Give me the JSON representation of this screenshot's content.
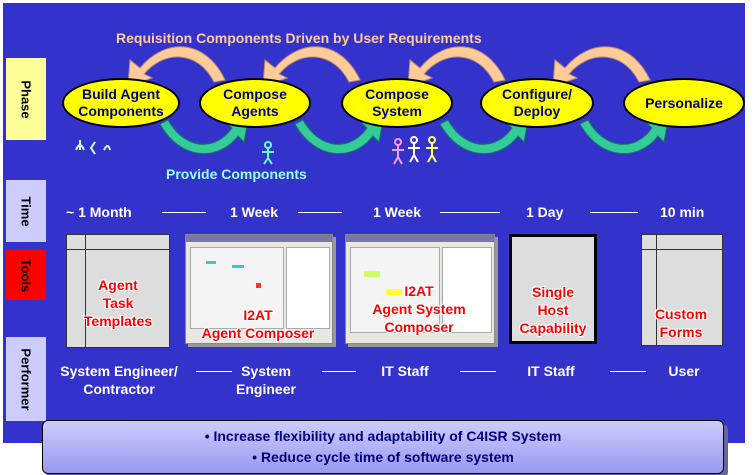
{
  "rows": {
    "phase": "Phase",
    "time": "Time",
    "tools": "Tools",
    "performer": "Performer"
  },
  "top_label": "Requisition Components Driven by User Requirements",
  "bottom_label": "Provide Components",
  "phases": [
    {
      "label": "Build Agent Components"
    },
    {
      "label": "Compose Agents"
    },
    {
      "label": "Compose System"
    },
    {
      "label": "Configure/ Deploy"
    },
    {
      "label": "Personalize"
    }
  ],
  "times": [
    "~ 1 Month",
    "1 Week",
    "1 Week",
    "1 Day",
    "10 min"
  ],
  "tools": [
    {
      "label_lines": [
        "Agent",
        "Task",
        "Templates"
      ]
    },
    {
      "label_lines": [
        "I2AT",
        "Agent Composer"
      ]
    },
    {
      "label_lines": [
        "I2AT",
        "Agent System",
        "Composer"
      ]
    },
    {
      "label_lines": [
        "Single",
        "Host",
        "Capability"
      ]
    },
    {
      "label_lines": [
        "Custom",
        "Forms"
      ]
    }
  ],
  "performers": [
    {
      "lines": [
        "System Engineer/",
        "Contractor"
      ]
    },
    {
      "lines": [
        "System",
        "Engineer"
      ]
    },
    {
      "lines": [
        "IT Staff"
      ]
    },
    {
      "lines": [
        "IT Staff"
      ]
    },
    {
      "lines": [
        "User"
      ]
    }
  ],
  "benefits": [
    "• Increase flexibility and adaptability of C4ISR System",
    "• Reduce cycle time of software system"
  ],
  "colors": {
    "background": "#3333cc",
    "phase_tab": "#ffff99",
    "tools_tab": "#ff0000",
    "ellipse": "#ffff00",
    "up_arrow": "#ffcc99",
    "down_arrow": "#33cc99"
  }
}
